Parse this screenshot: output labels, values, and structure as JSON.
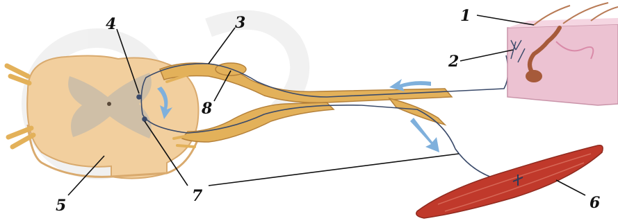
{
  "labels": {
    "l1": "1",
    "l2": "2",
    "l3": "3",
    "l4": "4",
    "l5": "5",
    "l6": "6",
    "l7": "7",
    "l8": "8"
  },
  "colors": {
    "cord": "#f2cf9e",
    "cord_shadow": "#d9aa6e",
    "grey_matter": "#c9bca8",
    "nerve": "#e3b15a",
    "nerve_dark": "#b5813a",
    "skin": "#ecc2d2",
    "skin_inner": "#f5d6e2",
    "hair_root": "#a65a3a",
    "muscle": "#c0392b",
    "arrow": "#7fb0dc",
    "fiber": "#3a4a6a"
  }
}
